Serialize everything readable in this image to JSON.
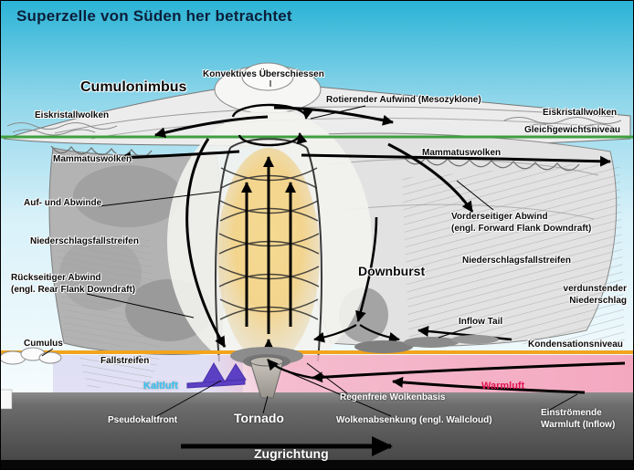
{
  "title": "Superzelle von Süden her betrachtet",
  "labels": {
    "overshoot": "Konvektives Überschiessen",
    "cumulonimbus": "Cumulonimbus",
    "mesocyclone": "Rotierender Aufwind (Mesozyklone)",
    "ice_left": "Eiskristallwolken",
    "ice_right": "Eiskristallwolken",
    "equilibrium": "Gleichgewichtsniveau",
    "mammatus_left": "Mammatuswolken",
    "mammatus_right": "Mammatuswolken",
    "updownwinds": "Auf- und Abwinde",
    "ffd_line1": "Vorderseitiger Abwind",
    "ffd_line2": "(engl. Forward Flank Downdraft)",
    "precip_left": "Niederschlagsfallstreifen",
    "precip_right": "Niederschlagsfallstreifen",
    "rfd_line1": "Rückseitiger Abwind",
    "rfd_line2": "(engl. Rear Flank Downdraft)",
    "downburst": "Downburst",
    "evap_line1": "verdunstender",
    "evap_line2": "Niederschlag",
    "inflow_tail": "Inflow Tail",
    "cumulus": "Cumulus",
    "condensation": "Kondensationsniveau",
    "fallstreaks": "Fallstreifen",
    "cold_air": "Kaltluft",
    "warm_air": "Warmluft",
    "pseudo_cold_front": "Pseudokaltfront",
    "tornado": "Tornado",
    "rain_free_base": "Regenfreie Wolkenbasis",
    "wall_cloud": "Wolkenabsenkung (engl. Wallcloud)",
    "inflow_line1": "Einströmende",
    "inflow_line2": "Warmluft (Inflow)",
    "direction": "Zugrichtung"
  },
  "colors": {
    "title_text": "#0b1f3a",
    "sky_top": "#2ab3d6",
    "sky_bottom": "#f0fafd",
    "ground": "#5f5f5f",
    "equilibrium_line": "#3f9f3f",
    "condensation_line": "#f2a41d",
    "warm_band": "#f4b1c6",
    "cold_front": "#5b40c4",
    "cold_air_text": "#35c3f2",
    "warm_air_text": "#e4134f",
    "updraft_core": "#f3d183"
  }
}
